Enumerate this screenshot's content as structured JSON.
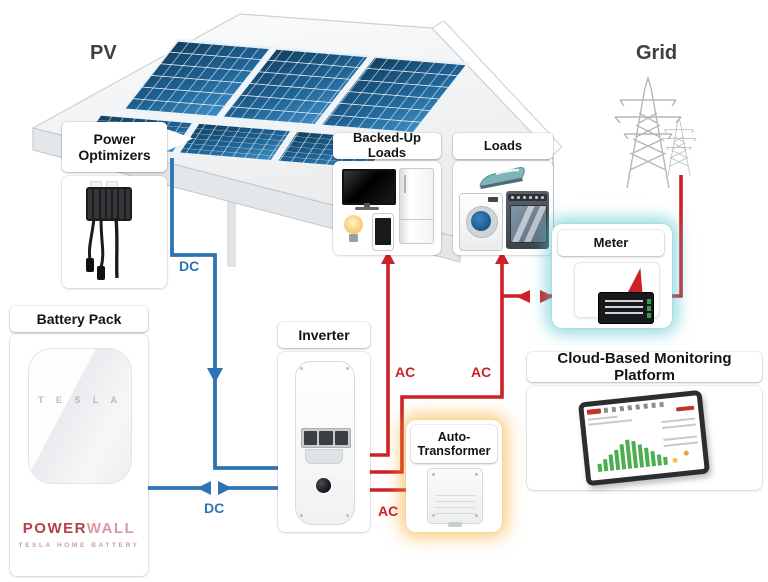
{
  "diagram": {
    "pv": {
      "label": "PV",
      "icon": "solar-panel-array"
    },
    "grid": {
      "label": "Grid",
      "icon": "transmission-towers"
    },
    "power_optimizers": {
      "title": "Power Optimizers",
      "icon": "power-optimizer-device"
    },
    "battery_pack": {
      "title": "Battery Pack",
      "device_brand": "T E S L A",
      "wordmark_left": "POWER",
      "wordmark_right": "WALL",
      "subtitle": "TESLA HOME BATTERY",
      "icon": "powerwall-device"
    },
    "inverter": {
      "title": "Inverter",
      "icon": "inverter-device"
    },
    "backed_up_loads": {
      "title": "Backed-Up Loads",
      "icons": [
        "tv",
        "refrigerator",
        "light-bulb",
        "smartphone"
      ]
    },
    "loads": {
      "title": "Loads",
      "icons": [
        "iron",
        "washing-machine",
        "stove"
      ]
    },
    "meter": {
      "title": "Meter",
      "icon": "energy-meter-device"
    },
    "auto_transformer": {
      "title_line1": "Auto-",
      "title_line2": "Transformer",
      "icon": "auto-transformer-device"
    },
    "cloud": {
      "title": "Cloud-Based Monitoring Platform",
      "icon": "monitoring-tablet",
      "bars": [
        8,
        12,
        16,
        20,
        25,
        29,
        27,
        23,
        19,
        15,
        11,
        8
      ]
    },
    "wire_labels": {
      "dc_pv": "DC",
      "dc_battery": "DC",
      "ac_backed_up": "AC",
      "ac_loads": "AC",
      "ac_transformer": "AC"
    }
  },
  "colors": {
    "dc": "#2e74b5",
    "ac": "#cc2127",
    "meter_glow": "rgba(80,195,205,.6)",
    "transformer_glow": "rgba(246,168,33,.55)",
    "powerwall_red": "#b5404d",
    "powerwall_light": "#dc98a1",
    "monitor_bar_green": "#4bae4f"
  }
}
